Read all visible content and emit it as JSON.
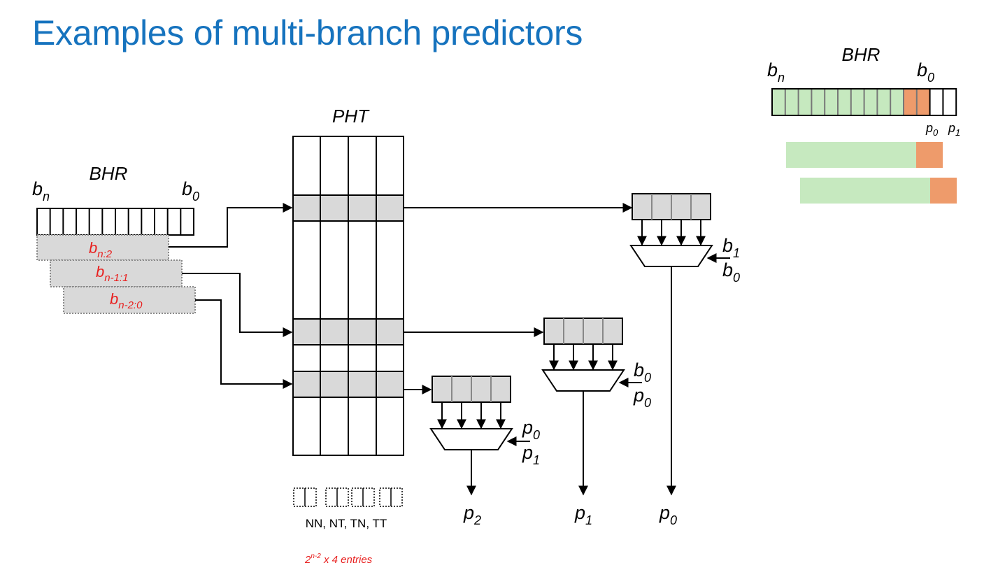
{
  "title": "Examples of multi-branch predictors",
  "pht_label": "PHT",
  "bhr_label": "BHR",
  "bhr_left": {
    "base": "b",
    "sub": "n"
  },
  "bhr_right": {
    "base": "b",
    "sub": "0"
  },
  "history_slices": [
    {
      "base": "b",
      "sub": "n:2"
    },
    {
      "base": "b",
      "sub": "n-1:1"
    },
    {
      "base": "b",
      "sub": "n-2:0"
    }
  ],
  "mux_selects": [
    {
      "top": {
        "base": "b",
        "sub": "1"
      },
      "bottom": {
        "base": "b",
        "sub": "0"
      }
    },
    {
      "top": {
        "base": "b",
        "sub": "0"
      },
      "bottom": {
        "base": "p",
        "sub": "0"
      }
    },
    {
      "top": {
        "base": "p",
        "sub": "0"
      },
      "bottom": {
        "base": "p",
        "sub": "1"
      }
    }
  ],
  "outputs": [
    {
      "base": "p",
      "sub": "2"
    },
    {
      "base": "p",
      "sub": "1"
    },
    {
      "base": "p",
      "sub": "0"
    }
  ],
  "counter_states": "NN, NT, TN, TT",
  "entries_note": {
    "base": "2",
    "sup": "n-2",
    "rest": " x 4 entries"
  },
  "inset": {
    "bhr_label": "BHR",
    "left": {
      "base": "b",
      "sub": "n"
    },
    "right": {
      "base": "b",
      "sub": "0"
    },
    "p0": {
      "base": "p",
      "sub": "0"
    },
    "p1": {
      "base": "p",
      "sub": "1"
    }
  },
  "colors": {
    "title": "#1673be",
    "highlight_red": "#e8201f",
    "cell_grey": "#d9d9d9",
    "history_green": "#c6e9bf",
    "history_orange": "#ee9b6b"
  }
}
